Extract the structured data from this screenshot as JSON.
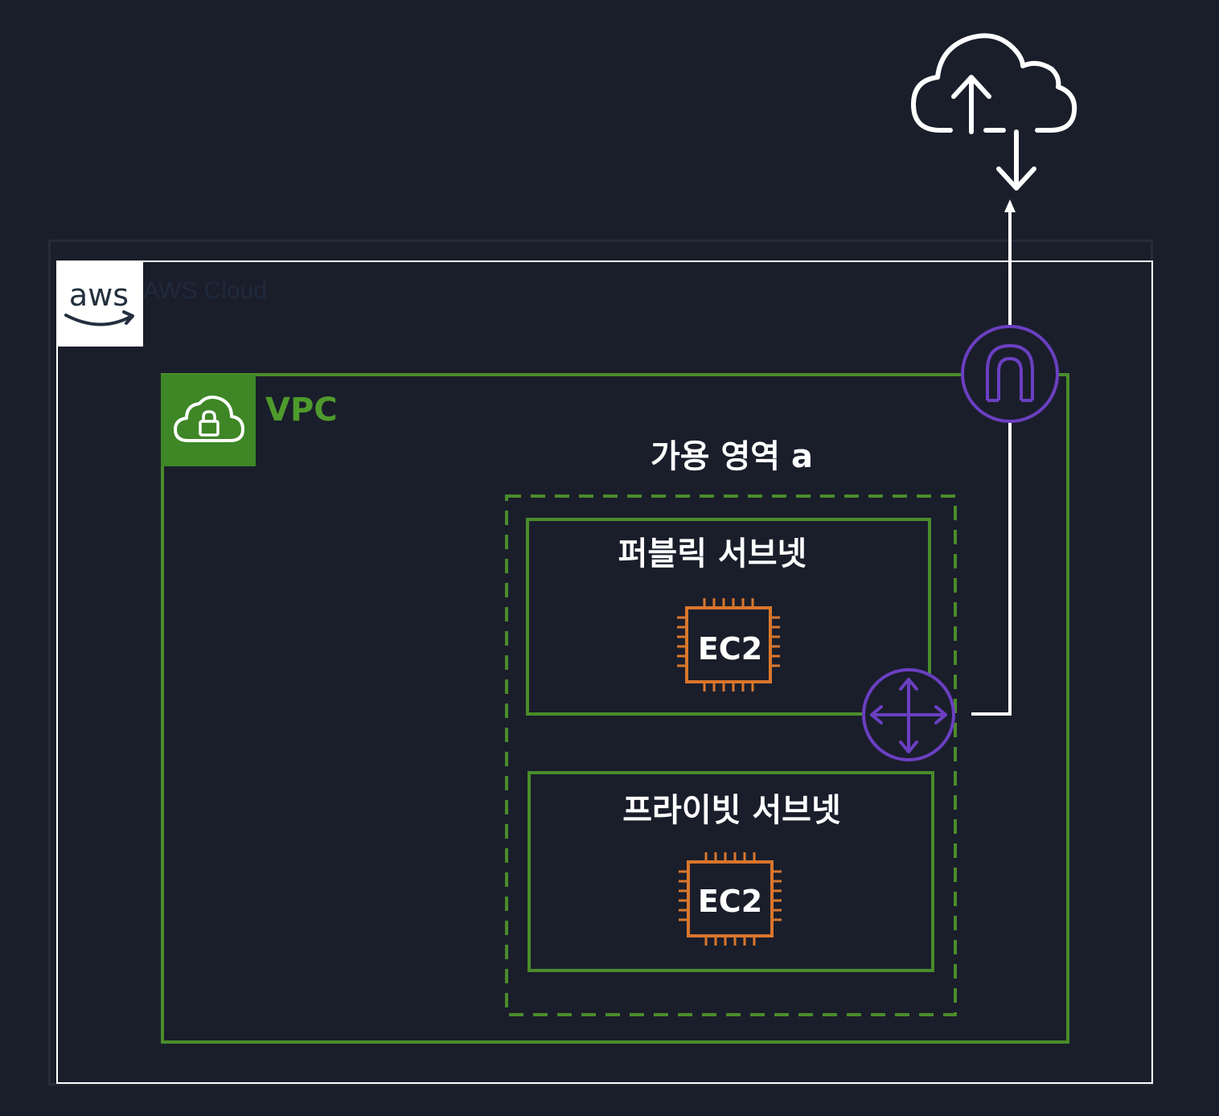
{
  "aws_cloud": {
    "label": "AWS Cloud",
    "logo_text": "aws"
  },
  "vpc": {
    "label": "VPC"
  },
  "availability_zone": {
    "label": "가용 영역 a"
  },
  "public_subnet": {
    "label": "퍼블릭 서브넷",
    "instance_label": "EC2"
  },
  "private_subnet": {
    "label": "프라이빗 서브넷",
    "instance_label": "EC2"
  },
  "icons": {
    "internet": "cloud-upload-download-icon",
    "internet_gateway": "internet-gateway-icon",
    "router": "router-icon",
    "vpc": "vpc-cloud-lock-icon",
    "instance": "ec2-chip-icon"
  },
  "colors": {
    "background": "#1a1e2b",
    "vpc_green": "#4a8c2a",
    "ec2_orange": "#d9762c",
    "network_purple": "#6b3fc2",
    "white": "#ffffff"
  }
}
